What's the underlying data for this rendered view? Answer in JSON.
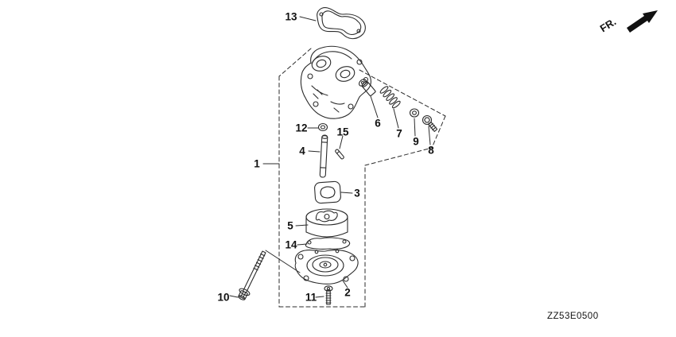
{
  "diagram": {
    "code": "ZZ53E0500",
    "direction_label": "FR.",
    "colors": {
      "line": "#2b2b2b",
      "label_text": "#111111",
      "background": "#ffffff"
    },
    "labels": [
      {
        "id": "13"
      },
      {
        "id": "12"
      },
      {
        "id": "15"
      },
      {
        "id": "4"
      },
      {
        "id": "6"
      },
      {
        "id": "7"
      },
      {
        "id": "9"
      },
      {
        "id": "8"
      },
      {
        "id": "1"
      },
      {
        "id": "3"
      },
      {
        "id": "5"
      },
      {
        "id": "14"
      },
      {
        "id": "2"
      },
      {
        "id": "11"
      },
      {
        "id": "10"
      }
    ]
  }
}
